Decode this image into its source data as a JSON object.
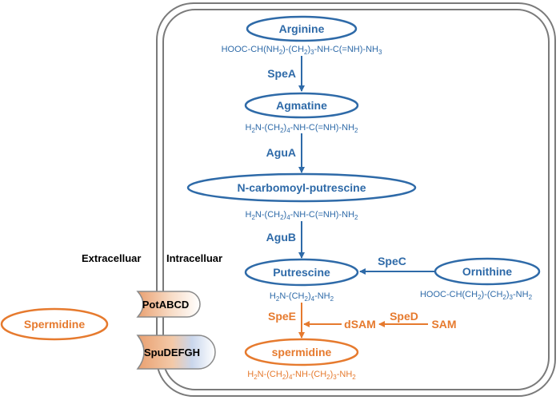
{
  "colors": {
    "blue": "#2e6aa8",
    "orange": "#e67a2e",
    "cell_border": "#7a7a7a"
  },
  "compartments": {
    "extracellular": "Extracelluar",
    "intracellular": "Intracelluar"
  },
  "nodes": {
    "arginine": "Arginine",
    "agmatine": "Agmatine",
    "ncarb": "N-carbomoyl-putrescine",
    "putrescine": "Putrescine",
    "ornithine": "Ornithine",
    "spermidine_in": "spermidine",
    "spermidine_out": "Spermidine",
    "dsam": "dSAM",
    "sam": "SAM"
  },
  "enzymes": {
    "spea": "SpeA",
    "agua": "AguA",
    "agub": "AguB",
    "spec": "SpeC",
    "spee": "SpeE",
    "sped": "SpeD"
  },
  "transporters": {
    "potabcd": "PotABCD",
    "spudefgh": "SpuDEFGH"
  },
  "formulas": {
    "arginine": [
      {
        "t": "HOOC-CH(NH"
      },
      {
        "t": "2",
        "sub": true
      },
      {
        "t": ")-(CH"
      },
      {
        "t": "2",
        "sub": true
      },
      {
        "t": ")"
      },
      {
        "t": "3",
        "sub": true
      },
      {
        "t": "-NH-C(=NH)-NH"
      },
      {
        "t": "3",
        "sub": true
      }
    ],
    "agmatine": [
      {
        "t": "H"
      },
      {
        "t": "2",
        "sub": true
      },
      {
        "t": "N-(CH"
      },
      {
        "t": "2",
        "sub": true
      },
      {
        "t": ")"
      },
      {
        "t": "4",
        "sub": true
      },
      {
        "t": "-NH-C(=NH)-NH"
      },
      {
        "t": "2",
        "sub": true
      }
    ],
    "ncarb": [
      {
        "t": "H"
      },
      {
        "t": "2",
        "sub": true
      },
      {
        "t": "N-(CH"
      },
      {
        "t": "2",
        "sub": true
      },
      {
        "t": ")"
      },
      {
        "t": "4",
        "sub": true
      },
      {
        "t": "-NH-C(=NH)-NH"
      },
      {
        "t": "2",
        "sub": true
      }
    ],
    "putrescine": [
      {
        "t": "H"
      },
      {
        "t": "2",
        "sub": true
      },
      {
        "t": "N-(CH"
      },
      {
        "t": "2",
        "sub": true
      },
      {
        "t": ")"
      },
      {
        "t": "4",
        "sub": true
      },
      {
        "t": "-NH"
      },
      {
        "t": "2",
        "sub": true
      }
    ],
    "ornithine": [
      {
        "t": "HOOC-CH(CH"
      },
      {
        "t": "2",
        "sub": true
      },
      {
        "t": ")-(CH"
      },
      {
        "t": "2",
        "sub": true
      },
      {
        "t": ")"
      },
      {
        "t": "3",
        "sub": true
      },
      {
        "t": "-NH"
      },
      {
        "t": "2",
        "sub": true
      }
    ],
    "spermidine": [
      {
        "t": "H"
      },
      {
        "t": "2",
        "sub": true
      },
      {
        "t": "N-(CH"
      },
      {
        "t": "2",
        "sub": true
      },
      {
        "t": ")"
      },
      {
        "t": "4",
        "sub": true
      },
      {
        "t": "-NH-(CH"
      },
      {
        "t": "2",
        "sub": true
      },
      {
        "t": ")"
      },
      {
        "t": "3",
        "sub": true
      },
      {
        "t": "-NH"
      },
      {
        "t": "2",
        "sub": true
      }
    ]
  }
}
